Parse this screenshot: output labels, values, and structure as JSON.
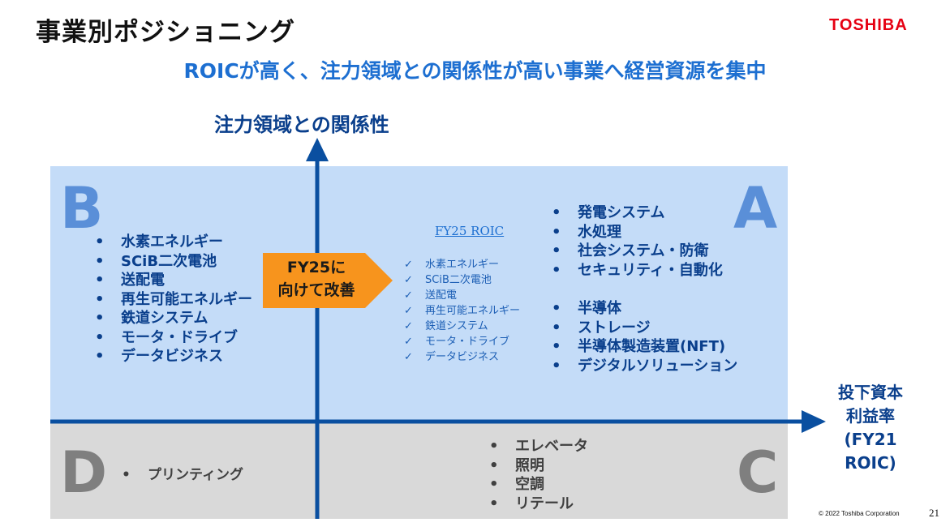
{
  "header": {
    "title": "事業別ポジショニング",
    "logo_text": "TOSHIBA",
    "subtitle": "ROICが高く、注力領域との関係性が高い事業へ経営資源を集中"
  },
  "axes": {
    "y_label": "注力領域との関係性",
    "x_label_lines": [
      "投下資本",
      "利益率",
      "(FY21 ROIC)"
    ]
  },
  "quadrants": {
    "a": {
      "letter": "A",
      "group1": [
        "発電システム",
        "水処理",
        "社会システム・防衛",
        "セキュリティ・自動化"
      ],
      "group2": [
        "半導体",
        "ストレージ",
        "半導体製造装置(NFT)",
        "デジタルソリューション"
      ]
    },
    "b": {
      "letter": "B",
      "items": [
        "水素エネルギー",
        "SCiB二次電池",
        "送配電",
        "再生可能エネルギー",
        "鉄道システム",
        "モータ・ドライブ",
        "データビジネス"
      ]
    },
    "c": {
      "letter": "C",
      "items": [
        "エレベータ",
        "照明",
        "空調",
        "リテール"
      ]
    },
    "d": {
      "letter": "D",
      "items": [
        "プリンティング"
      ]
    }
  },
  "improvement": {
    "arrow_lines": [
      "FY25に",
      "向けて改善"
    ],
    "target_header": "FY25 ROIC",
    "target_items": [
      "水素エネルギー",
      "SCiB二次電池",
      "送配電",
      "再生可能エネルギー",
      "鉄道システム",
      "モータ・ドライブ",
      "データビジネス"
    ]
  },
  "footer": {
    "copyright": "© 2022 Toshiba Corporation",
    "page_number": "21"
  },
  "colors": {
    "upper_panel": "#c4dcf8",
    "lower_panel": "#d9d9d9",
    "axis": "#0a4fa0",
    "arrow": "#f7941d",
    "logo": "#e60012",
    "subtitle": "#1d6fd1"
  }
}
